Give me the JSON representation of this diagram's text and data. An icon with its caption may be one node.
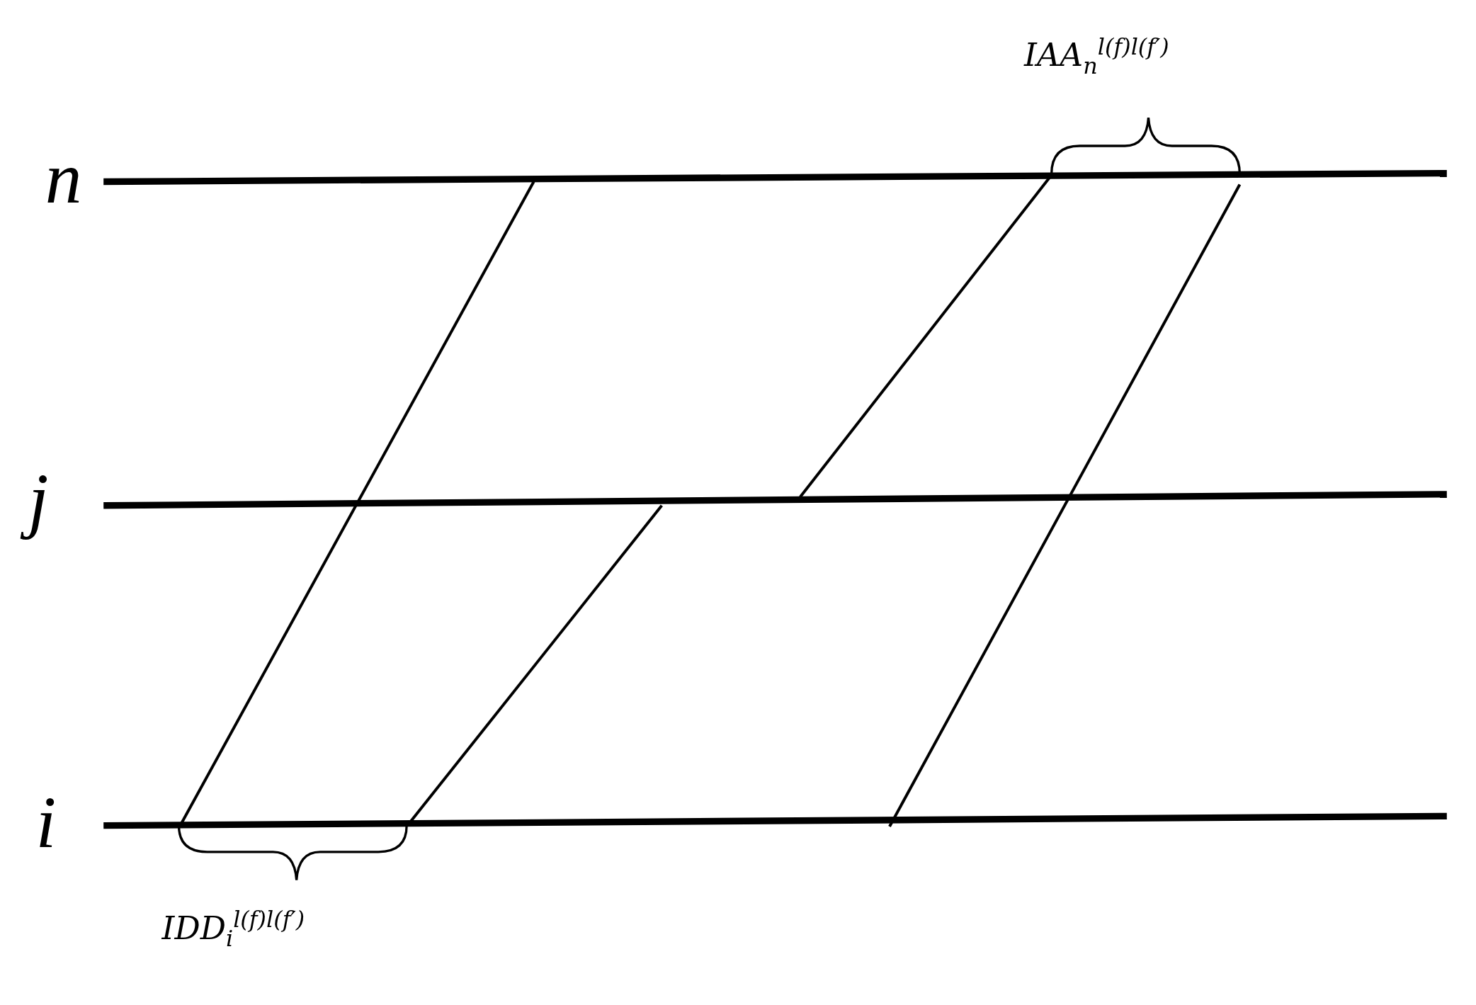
{
  "diagram": {
    "labels": [
      "IAA$_{n}$$^{l(f)l(f′)}$",
      "n",
      "j",
      "i",
      "IDD$_{i}$$^{l(f)l(f′)}$"
    ]
  }
}
